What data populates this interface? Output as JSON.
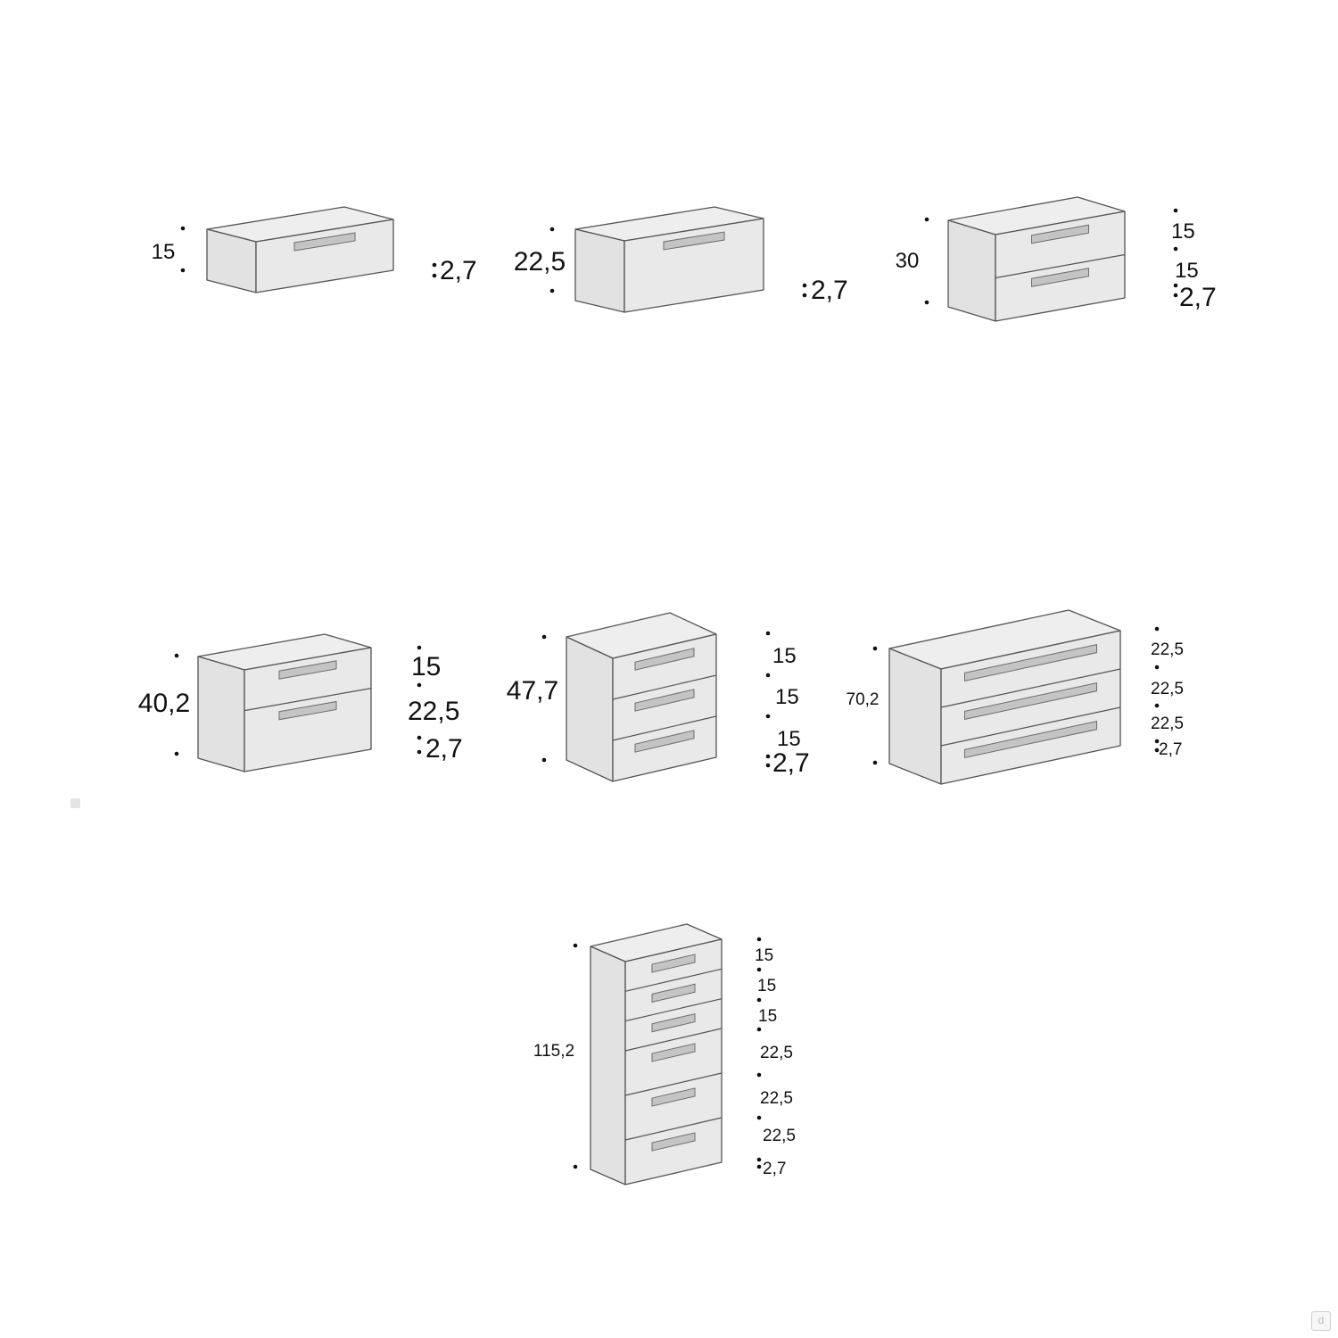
{
  "units": [
    {
      "id": "unit-1-drawer-15",
      "total_height": "15",
      "drawers": [
        "15"
      ],
      "base": "2,7"
    },
    {
      "id": "unit-1-drawer-22",
      "total_height": "22,5",
      "drawers": [
        "22,5"
      ],
      "base": "2,7"
    },
    {
      "id": "unit-2-drawers-30",
      "total_height": "30",
      "drawers": [
        "15",
        "15"
      ],
      "base": "2,7"
    },
    {
      "id": "unit-2-drawers-40",
      "total_height": "40,2",
      "drawers": [
        "15",
        "22,5"
      ],
      "base": "2,7"
    },
    {
      "id": "unit-3-drawers-47",
      "total_height": "47,7",
      "drawers": [
        "15",
        "15",
        "15"
      ],
      "base": "2,7"
    },
    {
      "id": "unit-3-drawers-70",
      "total_height": "70,2",
      "drawers": [
        "22,5",
        "22,5",
        "22,5"
      ],
      "base": "2,7"
    },
    {
      "id": "unit-6-drawers-115",
      "total_height": "115,2",
      "drawers": [
        "15",
        "15",
        "15",
        "22,5",
        "22,5",
        "22,5"
      ],
      "base": "2,7"
    }
  ],
  "colors": {
    "top_face": "#eeeeee",
    "side_face": "#e2e2e2",
    "front_face": "#e9e9e9",
    "outline": "#555555",
    "handle": "#c4c4c4",
    "text": "#111111"
  },
  "watermark_icon": "d"
}
